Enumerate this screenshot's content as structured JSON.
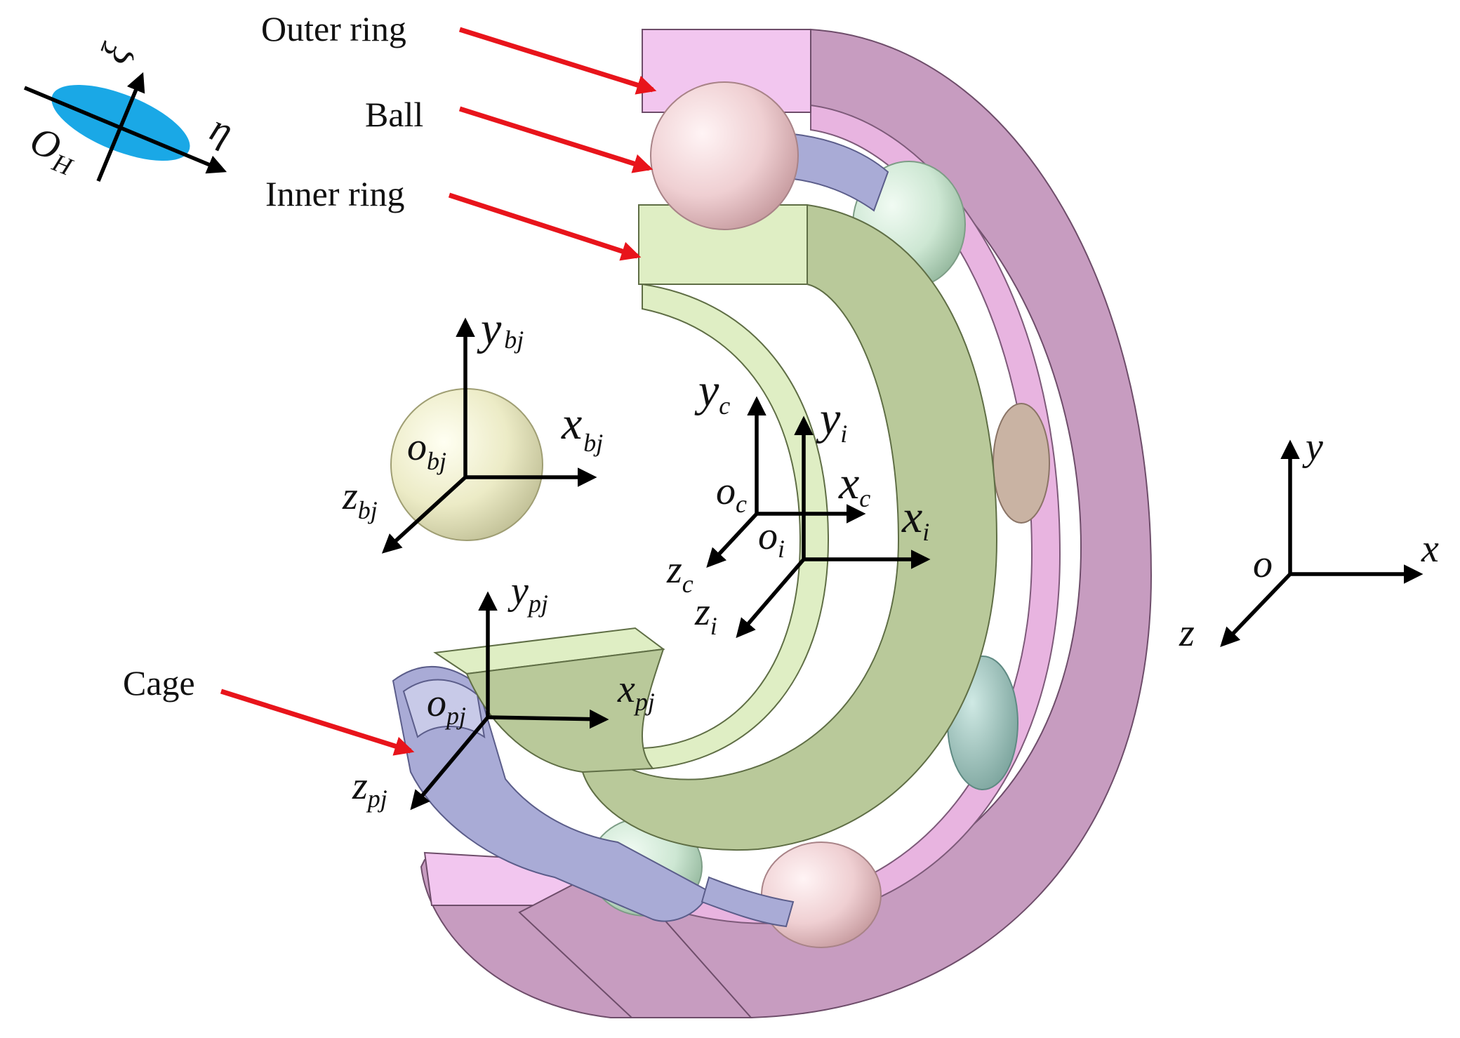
{
  "parts": {
    "outer_ring": "Outer ring",
    "ball": "Ball",
    "inner_ring": "Inner ring",
    "cage": "Cage"
  },
  "contact_frame": {
    "origin": "O",
    "origin_sub": "H",
    "axis1": "ξ",
    "axis2": "η"
  },
  "ball_frame": {
    "origin": "o",
    "origin_sub": "bj",
    "x": "x",
    "x_sub": "bj",
    "y": "y",
    "y_sub": "bj",
    "z": "z",
    "z_sub": "bj"
  },
  "cage_frame": {
    "origin": "o",
    "origin_sub": "c",
    "x": "x",
    "x_sub": "c",
    "y": "y",
    "y_sub": "c",
    "z": "z",
    "z_sub": "c"
  },
  "inner_frame": {
    "origin": "o",
    "origin_sub": "i",
    "x": "x",
    "x_sub": "i",
    "y": "y",
    "y_sub": "i",
    "z": "z",
    "z_sub": "i"
  },
  "pocket_frame": {
    "origin": "o",
    "origin_sub": "pj",
    "x": "x",
    "x_sub": "pj",
    "y": "y",
    "y_sub": "pj",
    "z": "z",
    "z_sub": "pj"
  },
  "global_frame": {
    "origin": "o",
    "x": "x",
    "y": "y",
    "z": "z"
  },
  "colors": {
    "outer_ring": "#c79cc0",
    "outer_ring_face": "#f2c6ef",
    "inner_ring": "#b9c99a",
    "inner_ring_face": "#dfeec4",
    "cage": "#a9abd6",
    "ball_pink": "#efcfd2",
    "ball_green": "#cde7d3",
    "ball_yellow": "#ecebc6",
    "contact_ellipse": "#1aa8e6",
    "arrow_red": "#e8141b"
  }
}
